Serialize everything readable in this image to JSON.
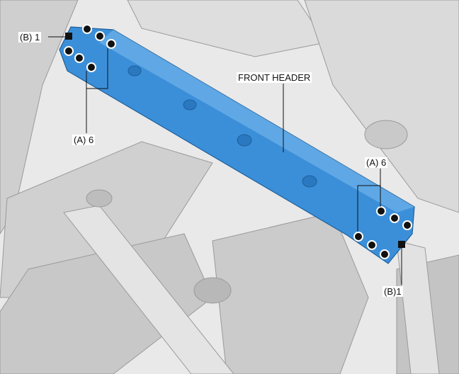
{
  "labels": {
    "b_top_left": "(B) 1",
    "a_top_left": "(A) 6",
    "front_header": "FRONT HEADER",
    "a_bottom_right": "(A) 6",
    "b_bottom_right": "(B)1"
  },
  "colors": {
    "header_blue": "#3b8fd9",
    "body_gray": "#d4d4d4"
  }
}
